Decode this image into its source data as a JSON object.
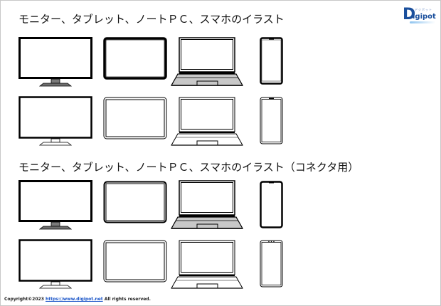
{
  "slide": {
    "section1": {
      "title": "モニター、タブレット、ノートＰＣ、スマホのイラスト"
    },
    "section2": {
      "title": "モニター、タブレット、ノートＰＣ、スマホのイラスト（コネクタ用）"
    },
    "logo": {
      "letter": "D",
      "text": "igipot",
      "tagline": "デジポット"
    },
    "footer": {
      "prefix": "Copyright©2023 ",
      "link": "https://www.digipot.net",
      "suffix": " All rights reserved."
    },
    "colors": {
      "stroke": "#000000",
      "fill_gray": "#c8c8c8",
      "stand_gray": "#6e6e6e",
      "logo_blue": "#1a4f9c",
      "link_blue": "#1a55c8"
    },
    "rows": [
      {
        "style": "filled",
        "devices": [
          "monitor",
          "tablet",
          "laptop",
          "smartphone"
        ]
      },
      {
        "style": "outline",
        "devices": [
          "monitor",
          "tablet",
          "laptop",
          "smartphone"
        ]
      },
      {
        "style": "filled",
        "devices": [
          "monitor",
          "tablet",
          "laptop",
          "smartphone"
        ]
      },
      {
        "style": "outline",
        "devices": [
          "monitor",
          "tablet",
          "laptop",
          "smartphone"
        ]
      }
    ]
  }
}
